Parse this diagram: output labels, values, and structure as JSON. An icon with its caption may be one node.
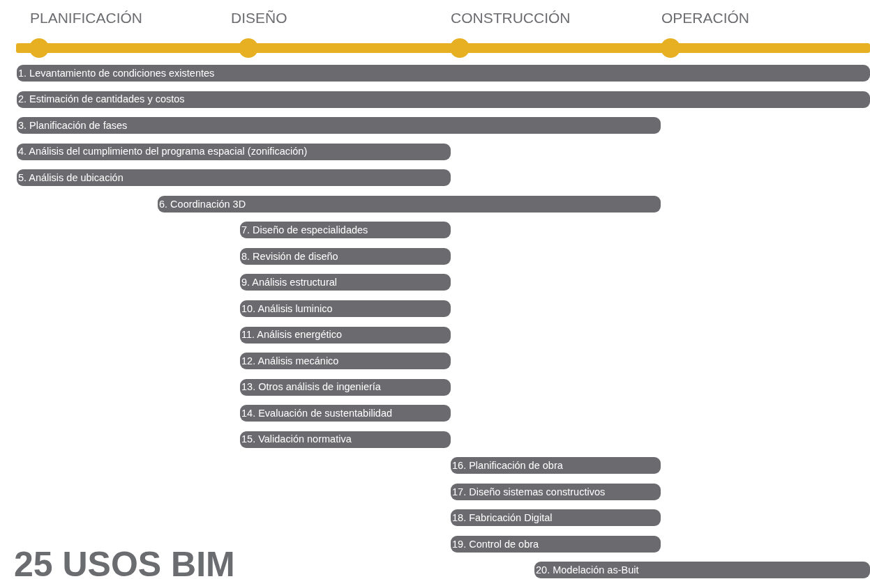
{
  "diagram": {
    "title": "25 USOS BIM",
    "nodes": [
      {
        "text": [
          "1. Levantamiento de condiciones existentes"
        ]
      },
      {
        "text": [
          "2. Estimación de cantidades y costos"
        ]
      },
      {
        "text": [
          "3. Planificación de fases"
        ]
      },
      {
        "text": [
          "4. Análisis del cumplimiento del programa espacial (zonificación)"
        ]
      },
      {
        "text": [
          "5. Análisis de ubicación"
        ]
      },
      {
        "text": [
          "6. Coordinación 3D"
        ]
      },
      {
        "text": [
          "7. Diseño de especialidades"
        ]
      },
      {
        "text": [
          "8. Revisión de diseño"
        ]
      },
      {
        "text": [
          "9. Análisis estructural"
        ]
      },
      {
        "text": [
          "10. Análisis luminico"
        ]
      },
      {
        "text": [
          "11. Análisis energético"
        ]
      },
      {
        "text": [
          "12. Análisis mecánico"
        ]
      },
      {
        "text": [
          "13. Otros análisis de ingeniería"
        ]
      },
      {
        "text": [
          "14. Evaluación de sustentabilidad"
        ]
      },
      {
        "text": [
          "15. Validación normativa"
        ]
      },
      {
        "text": [
          "16. Planificación de obra"
        ]
      },
      {
        "text": [
          "17. Diseño sistemas constructivos"
        ]
      },
      {
        "text": [
          "18. Fabricación Digital"
        ]
      },
      {
        "text": [
          "19. Control de obra"
        ]
      },
      {
        "text": [
          "20. Modelación as-Buit"
        ]
      }
    ],
    "labels": [
      "PLANIFICACIÓN",
      "DISEÑO",
      "CONSTRUCCIÓN",
      "OPERACIÓN"
    ]
  }
}
